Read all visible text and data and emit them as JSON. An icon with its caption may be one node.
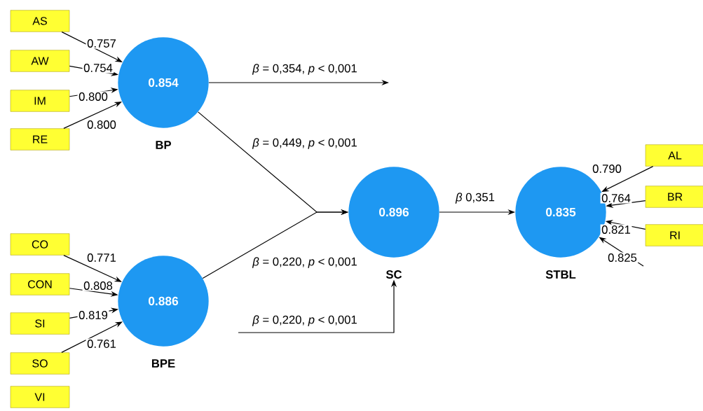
{
  "diagram": {
    "nodes": [
      {
        "text": [
          "AS"
        ]
      },
      {
        "text": [
          "AW"
        ]
      },
      {
        "text": [
          "IM"
        ]
      },
      {
        "text": [
          "RE"
        ]
      },
      {
        "text": [
          "0.854",
          "BP"
        ]
      },
      {
        "text": [
          "CO"
        ]
      },
      {
        "text": [
          "CON"
        ]
      },
      {
        "text": [
          "SI"
        ]
      },
      {
        "text": [
          "SO"
        ]
      },
      {
        "text": [
          "VI"
        ]
      },
      {
        "text": [
          "0.886",
          "BPE"
        ]
      },
      {
        "text": [
          "0.896",
          "SC"
        ]
      },
      {
        "text": [
          "0.835",
          "STBL"
        ]
      },
      {
        "text": [
          "AL"
        ]
      },
      {
        "text": [
          "BR"
        ]
      },
      {
        "text": [
          "RI"
        ]
      }
    ],
    "edges": [
      {
        "from": 0,
        "to": 4,
        "arrow": "to",
        "label": "0.757"
      },
      {
        "from": 1,
        "to": 4,
        "arrow": "to",
        "label": "0.754"
      },
      {
        "from": 2,
        "to": 4,
        "arrow": "to",
        "label": "0.800"
      },
      {
        "from": 3,
        "to": 4,
        "arrow": "to",
        "label": "0.800"
      },
      {
        "from": 4,
        "to": null,
        "arrow": "to",
        "label": "*β* = 0,354, *p* < 0,001"
      },
      {
        "from": 4,
        "to": 11,
        "arrow": "to",
        "label": "*β* = 0,449, *p* < 0,001"
      },
      {
        "from": 10,
        "to": 11,
        "arrow": "to",
        "label": "*β* = 0,220, *p* < 0,001"
      },
      {
        "from": null,
        "to": 11,
        "arrow": "to",
        "label": "*β* = 0,220, *p* < 0,001"
      },
      {
        "from": 11,
        "to": 12,
        "arrow": "to",
        "label": "*β* 0,351"
      },
      {
        "from": 5,
        "to": 10,
        "arrow": "to",
        "label": "0.771"
      },
      {
        "from": 6,
        "to": 10,
        "arrow": "to",
        "label": "0.808"
      },
      {
        "from": 7,
        "to": 10,
        "arrow": "to",
        "label": "0.819"
      },
      {
        "from": 8,
        "to": 10,
        "arrow": "to",
        "label": "0.761"
      },
      {
        "from": 13,
        "to": 12,
        "arrow": "to",
        "label": "0.790"
      },
      {
        "from": 14,
        "to": 12,
        "arrow": "to",
        "label": "0.764"
      },
      {
        "from": 15,
        "to": 12,
        "arrow": "to",
        "label": "0.821"
      },
      {
        "from": null,
        "to": 12,
        "arrow": "to",
        "label": "0.825"
      }
    ]
  }
}
